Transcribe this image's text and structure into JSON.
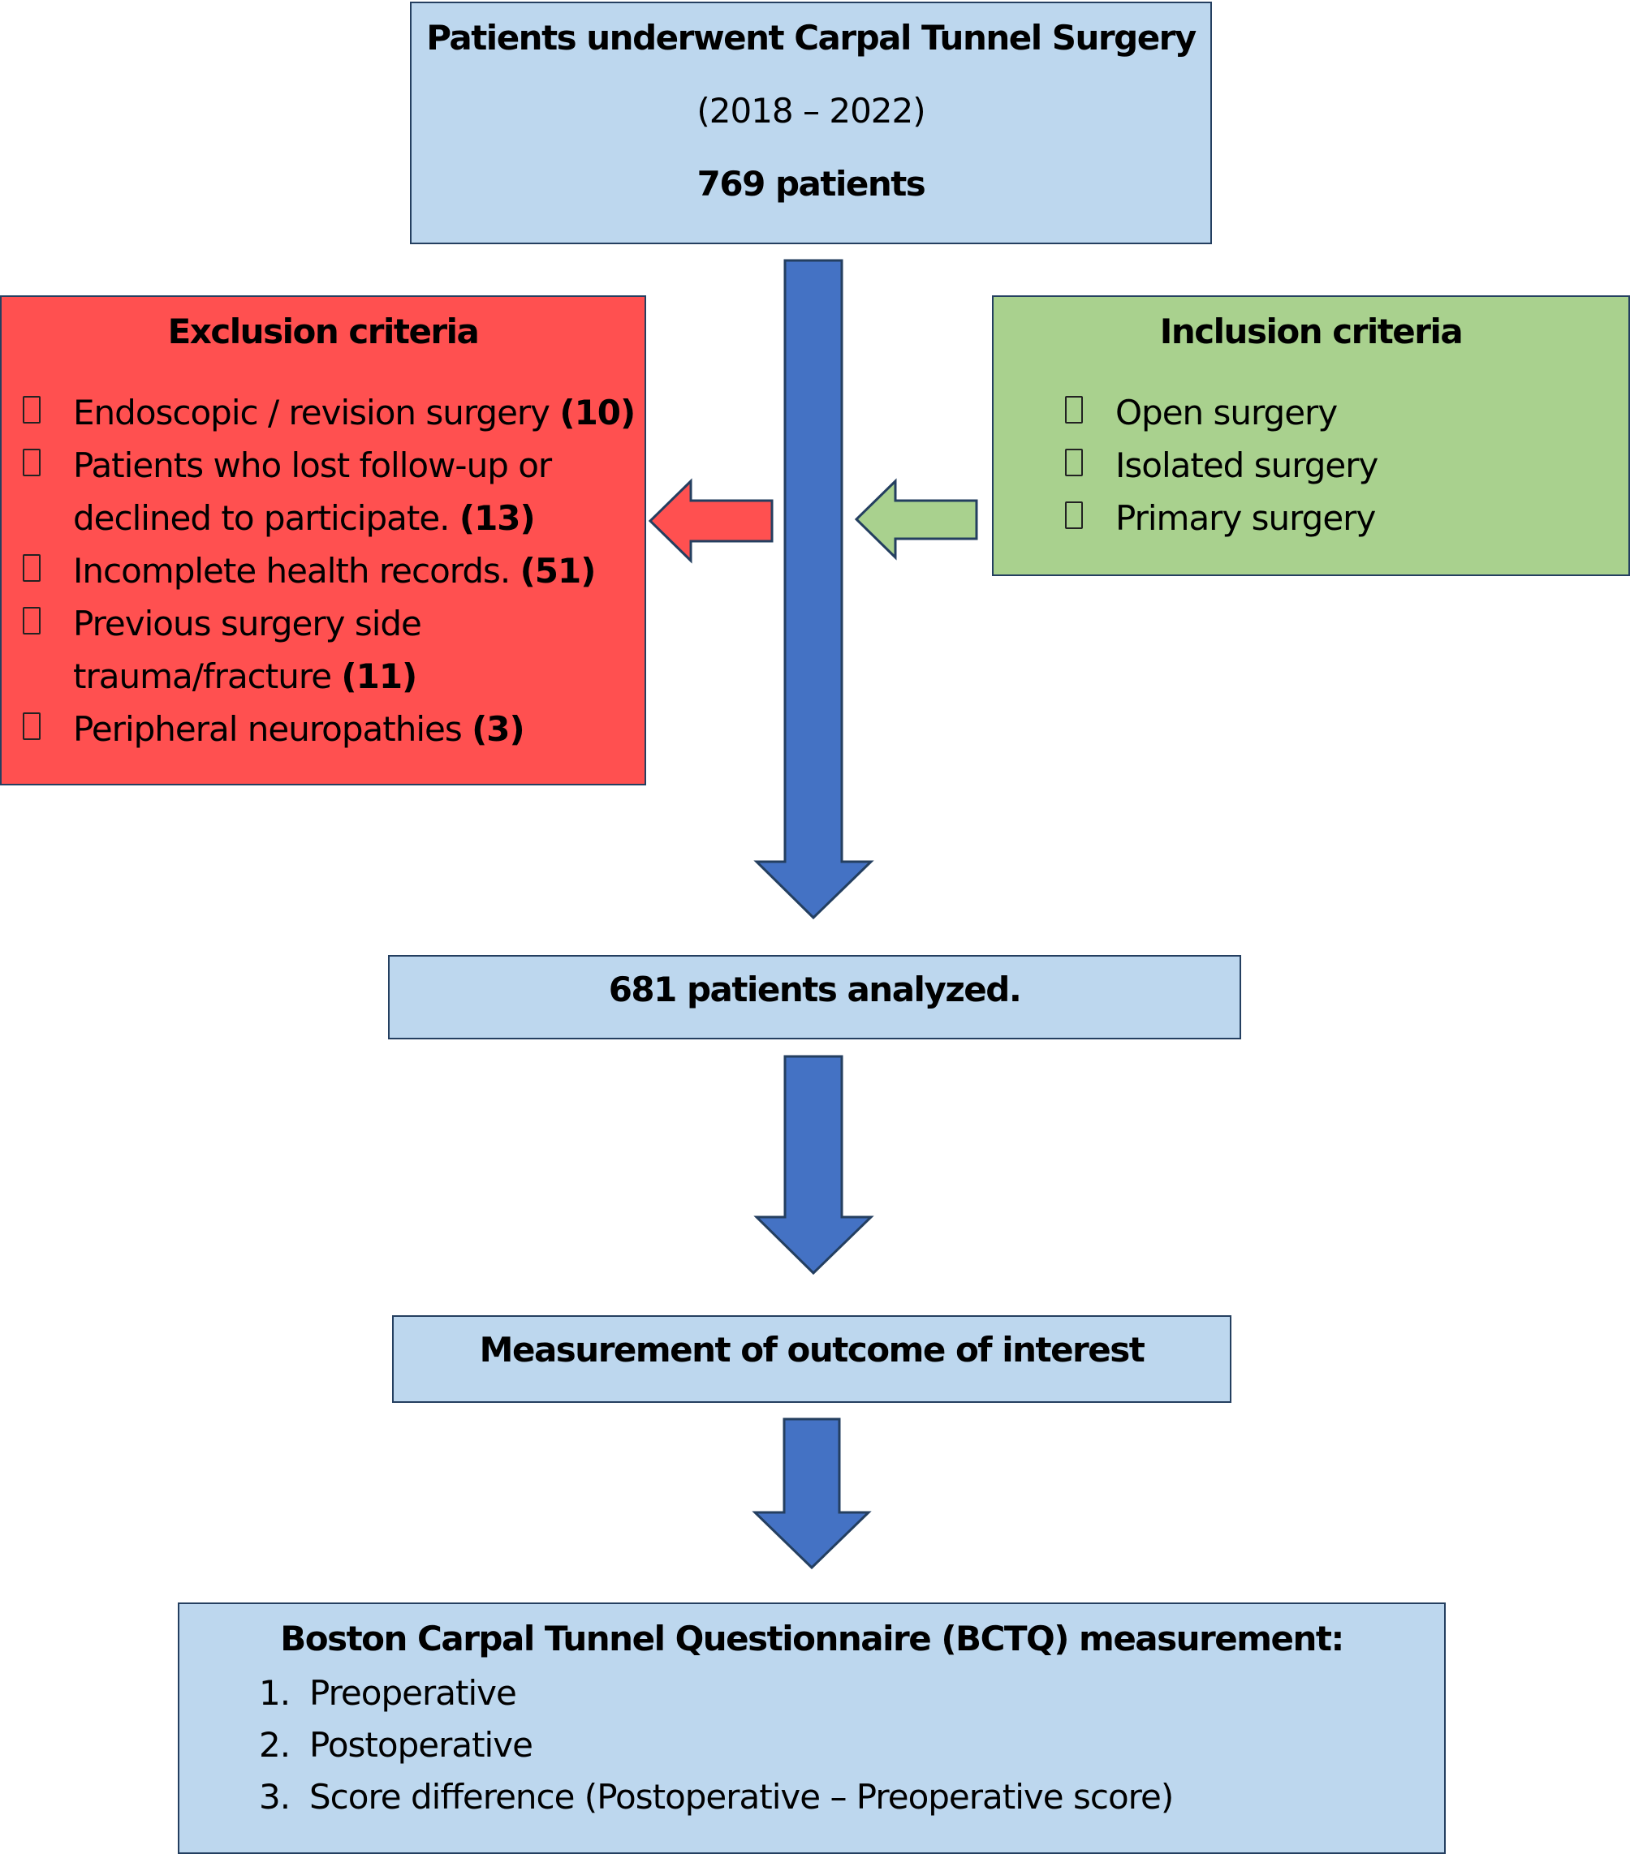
{
  "top_box": {
    "title": "Patients underwent Carpal Tunnel Surgery",
    "years": "(2018 – 2022)",
    "count": "769 patients"
  },
  "exclusion": {
    "title": "Exclusion criteria",
    "items": [
      {
        "text": "Endoscopic / revision surgery ",
        "count": "(10)"
      },
      {
        "text": "Patients who lost follow-up or declined to participate. ",
        "count": "(13)"
      },
      {
        "text": "Incomplete health records. ",
        "count": "(51)"
      },
      {
        "text": "Previous surgery side trauma/fracture ",
        "count": "(11)"
      },
      {
        "text": "Peripheral neuropathies ",
        "count": "(3)"
      }
    ]
  },
  "inclusion": {
    "title": "Inclusion criteria",
    "items": [
      "Open surgery",
      "Isolated surgery",
      "Primary surgery"
    ]
  },
  "analyzed_box": {
    "text": "681 patients analyzed."
  },
  "measurement_box": {
    "text": "Measurement of outcome of interest"
  },
  "bctq_box": {
    "title": "Boston Carpal Tunnel Questionnaire (BCTQ) measurement:",
    "items": [
      {
        "num": "1.",
        "text": "Preoperative"
      },
      {
        "num": "2.",
        "text": "Postoperative"
      },
      {
        "num": "3.",
        "text": "Score difference (Postoperative – Preoperative score)"
      }
    ]
  },
  "colors": {
    "box_blue": "#bdd7ee",
    "exclusion_red": "#ff5050",
    "inclusion_green": "#a9d18e",
    "arrow_blue": "#4472c4",
    "border": "#243f60"
  }
}
